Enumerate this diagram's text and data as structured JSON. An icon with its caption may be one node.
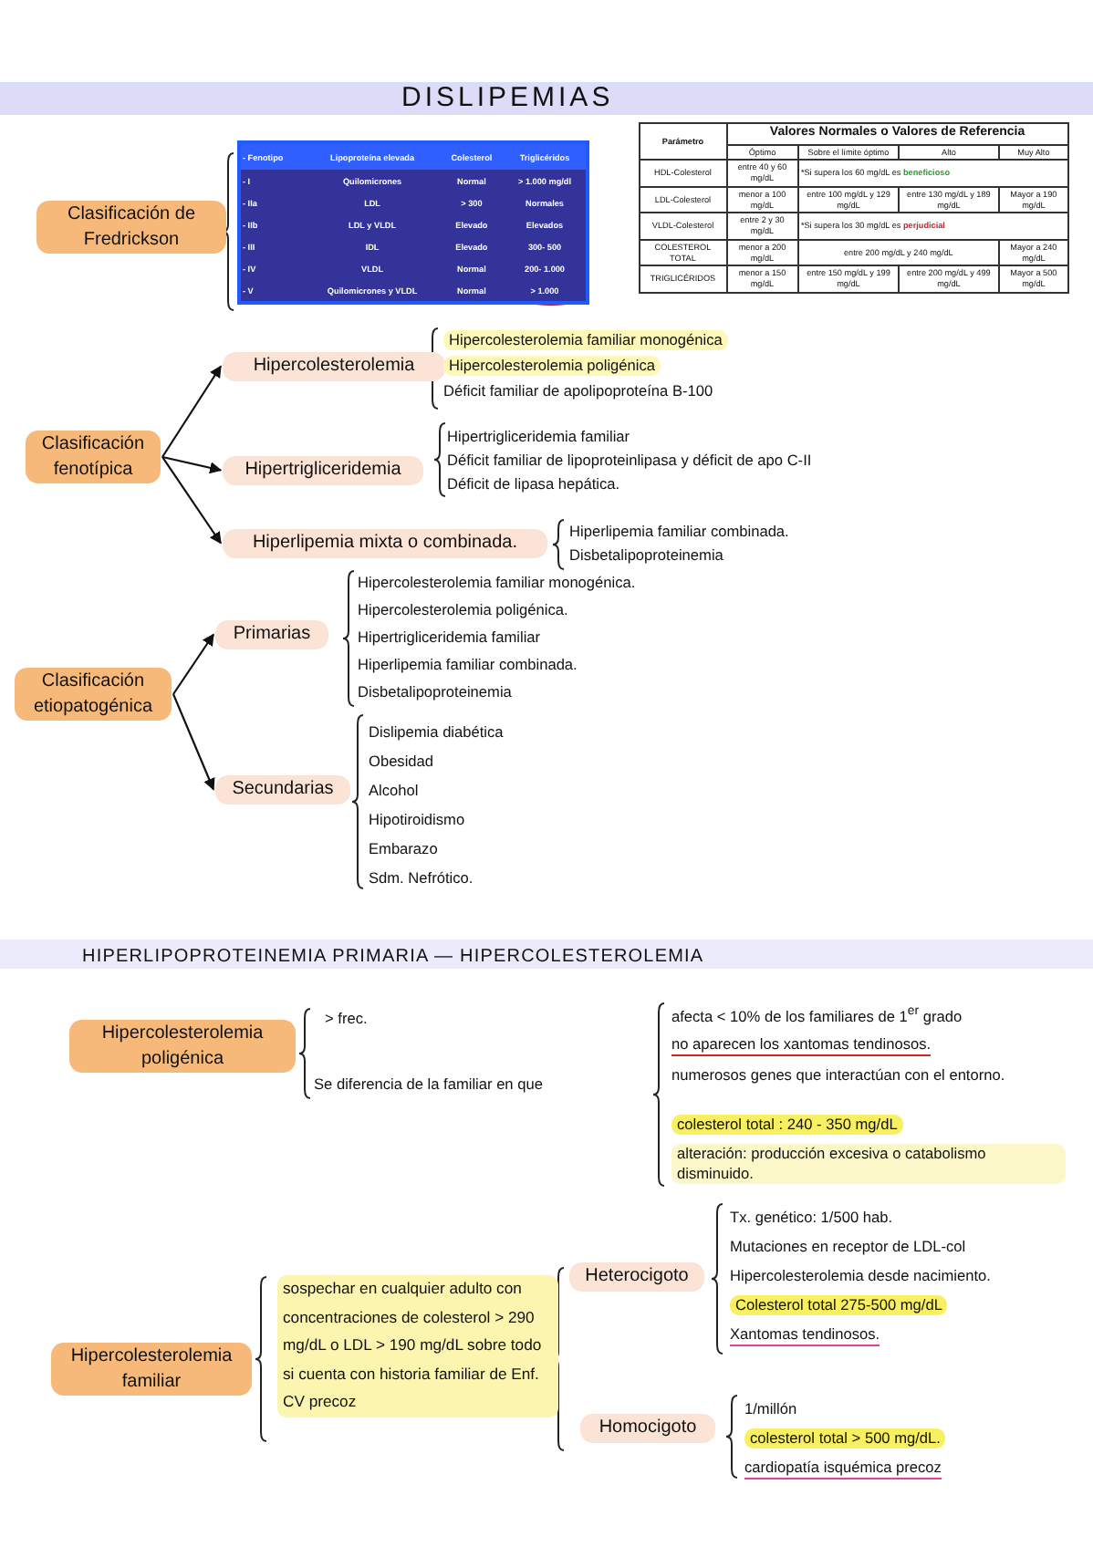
{
  "diagram": {
    "title": "DISLIPEMIAS",
    "nodes": [
      {
        "text": [
          "Clasificación de Fredrickson"
        ]
      },
      {
        "text": [
          "Clasificación fenotípica"
        ]
      },
      {
        "text": [
          "Hipercolesterolemia"
        ]
      },
      {
        "text": [
          "Hipertrigliceridemia"
        ]
      },
      {
        "text": [
          "Hiperlipemia mixta o combinada."
        ]
      },
      {
        "text": [
          "Clasificación etiopatogénica"
        ]
      },
      {
        "text": [
          "Primarias"
        ]
      },
      {
        "text": [
          "Secundarias"
        ]
      },
      {
        "text": [
          "Hipercolesterolemia poligénica"
        ]
      },
      {
        "text": [
          "Hipercolesterolemia familiar"
        ]
      },
      {
        "text": [
          "Heterocigoto"
        ]
      },
      {
        "text": [
          "Homocigoto"
        ]
      }
    ],
    "edges": [
      {
        "from": 1,
        "to": 2,
        "arrow": "to"
      },
      {
        "from": 1,
        "to": 3,
        "arrow": "to"
      },
      {
        "from": 1,
        "to": 4,
        "arrow": "to"
      },
      {
        "from": 5,
        "to": 6,
        "arrow": "to"
      },
      {
        "from": 5,
        "to": 7,
        "arrow": "to"
      }
    ],
    "labels": [
      "- Fenotipo",
      "Lipoproteína elevada",
      "Colesterol",
      "Triglicéridos",
      "- I",
      "Quilomicrones",
      "Normal",
      "> 1.000 mg/dl",
      "- IIa",
      "LDL",
      "> 300",
      "Normales",
      "- IIb",
      "LDL y VLDL",
      "Elevado",
      "Elevados",
      "- III",
      "IDL",
      "Elevado",
      "300- 500",
      "- IV",
      "VLDL",
      "Normal",
      "200- 1.000",
      "- V",
      "Quilomicrones y VLDL",
      "Normal",
      "> 1.000",
      "Parámetro",
      "Valores Normales o Valores de Referencia",
      "Óptimo",
      "Sobre el límite óptimo",
      "Alto",
      "Muy Alto",
      "HDL-Colesterol",
      "entre 40 y 60 mg/dL",
      "*Si supera los 60 mg/dL es beneficioso",
      "LDL-Colesterol",
      "menor a 100 mg/dL",
      "entre 100 mg/dL y 129 mg/dL",
      "entre 130 mg/dL y 189 mg/dL",
      "Mayor a 190 mg/dL",
      "VLDL-Colesterol",
      "entre 2 y 30 mg/dL",
      "*Si supera los 30 mg/dL es perjudicial",
      "COLESTEROL TOTAL",
      "menor a 200 mg/dL",
      "entre 200 mg/dL y 240 mg/dL",
      "Mayor a 240 mg/dL",
      "TRIGLICÉRIDOS",
      "menor a 150 mg/dL",
      "entre 150 mg/dL y 199 mg/dL",
      "entre 200 mg/dL y 499 mg/dL",
      "Mayor a 500 mg/dL",
      "Hipercolesterolemia familiar monogénica",
      "Hipercolesterolemia poligénica",
      "Déficit familiar de apolipoproteína B-100",
      "Hipertrigliceridemia familiar",
      "Déficit familiar de lipoproteinlipasa y déficit de apo C-II",
      "Déficit de lipasa hepática.",
      "Hiperlipemia familiar combinada.",
      "Disbetalipoproteinemia",
      "Hipercolesterolemia familiar monogénica.",
      "Hipercolesterolemia poligénica.",
      "Hipertrigliceridemia familiar",
      "Hiperlipemia familiar combinada.",
      "Disbetalipoproteinemia",
      "Dislipemia diabética",
      "Obesidad",
      "Alcohol",
      "Hipotiroidismo",
      "Embarazo",
      "Sdm. Nefrótico.",
      "HIPERLIPOPROTEINEMIA PRIMARIA — HIPERCOLESTEROLEMIA",
      "> frec.",
      "Se diferencia de la familiar en que",
      "afecta < 10% de los familiares de 1$^{er}$ grado",
      "no aparecen los xantomas tendinosos.",
      "numerosos genes que interactúan con el entorno.",
      "colesterol total : 240 - 350 mg/dL",
      "alteración: producción excesiva o catabolismo disminuido.",
      "sospechar en cualquier adulto con concentraciones de colesterol > 290 mg/dL o LDL > 190 mg/dL sobre todo si cuenta con historia familiar de Enf. CV precoz",
      "Tx. genético: 1/500 hab.",
      "Mutaciones en receptor de LDL-col",
      "Hipercolesterolemia desde nacimiento.",
      "Colesterol total 275-500 mg/dL",
      "Xantomas tendinosos.",
      "1/millón",
      "colesterol total > 500 mg/dL.",
      "cardiopatía isquémica precoz"
    ]
  }
}
